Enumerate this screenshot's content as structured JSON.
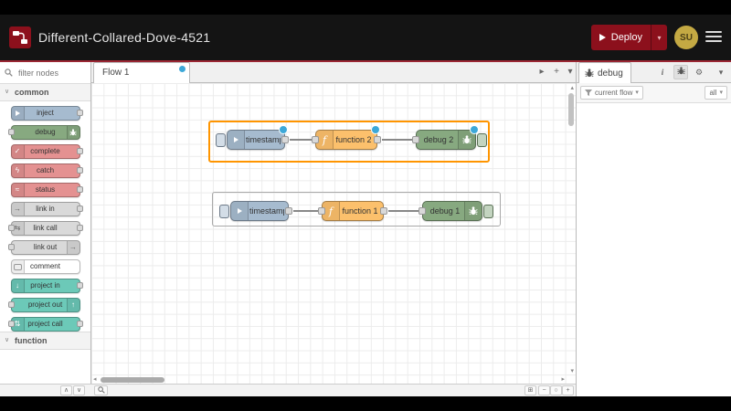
{
  "header": {
    "title": "Different-Collared-Dove-4521",
    "deploy_label": "Deploy",
    "user_initials": "SU"
  },
  "palette": {
    "filter_placeholder": "filter nodes",
    "categories": {
      "common": "common",
      "function": "function"
    },
    "nodes": [
      {
        "label": "inject"
      },
      {
        "label": "debug"
      },
      {
        "label": "complete"
      },
      {
        "label": "catch"
      },
      {
        "label": "status"
      },
      {
        "label": "link in"
      },
      {
        "label": "link call"
      },
      {
        "label": "link out"
      },
      {
        "label": "comment"
      },
      {
        "label": "project in"
      },
      {
        "label": "project out"
      },
      {
        "label": "project call"
      }
    ]
  },
  "workspace": {
    "tab_label": "Flow 1",
    "flow_a": {
      "inject_label": "timestamp",
      "function_label": "function 2",
      "debug_label": "debug 2"
    },
    "flow_b": {
      "inject_label": "timestamp",
      "function_label": "function 1",
      "debug_label": "debug 1"
    }
  },
  "sidebar": {
    "tab_label": "debug",
    "filter_flow_label": "current flow",
    "filter_all_label": "all"
  },
  "icons": {
    "caret_down": "▾",
    "chevron_right": "▸",
    "plus": "+",
    "minus": "−",
    "zoom_reset": "○",
    "navigator": "⊞",
    "collapse_up": "∧",
    "collapse_down": "∨",
    "scroll_up": "▴",
    "scroll_down": "▾",
    "scroll_left": "◂",
    "scroll_right": "▸",
    "info": "i",
    "gear": "⚙",
    "function": "f",
    "complete": "✓",
    "catch": "ϟ",
    "status": "≈",
    "link_in": "→",
    "link_call": "⇆",
    "link_out": "→",
    "project_in": "↓",
    "project_out": "↑",
    "project_call": "⇅"
  },
  "colors": {
    "header_bg": "#141414",
    "header_line": "#9b2633",
    "deploy_red": "#8C101C",
    "avatar_bg": "#c4a943",
    "node_inject": "#a6bbcf",
    "node_function": "#fcc06c",
    "node_debug": "#87a980",
    "node_alert": "#e49191",
    "node_link": "#d9d9d9",
    "node_comment": "#ffffff",
    "node_project": "#6cc9b8",
    "changed_dot": "#3da8d8",
    "group_selected": "#ff9500",
    "group_border": "#a9a9a9"
  }
}
